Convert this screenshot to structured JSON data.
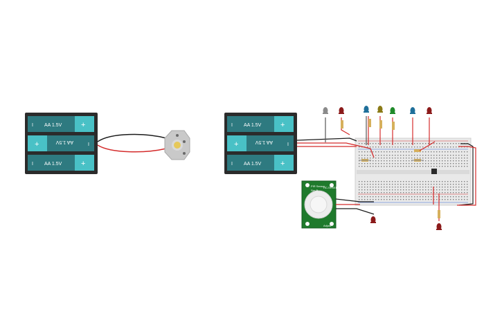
{
  "battery_pack_1": {
    "cells": [
      {
        "label": "AA 1.5V",
        "minus": "I",
        "plus": "+",
        "flipped": false
      },
      {
        "label": "AA 1.5V",
        "minus": "I",
        "plus": "+",
        "flipped": true
      },
      {
        "label": "AA 1.5V",
        "minus": "I",
        "plus": "+",
        "flipped": false
      }
    ]
  },
  "battery_pack_2": {
    "cells": [
      {
        "label": "AA 1.5V",
        "minus": "I",
        "plus": "+",
        "flipped": false
      },
      {
        "label": "AA 1.5V",
        "minus": "I",
        "plus": "+",
        "flipped": true
      },
      {
        "label": "AA 1.5V",
        "minus": "I",
        "plus": "+",
        "flipped": false
      }
    ]
  },
  "colors": {
    "battery_case": "#2b2b2b",
    "cell_body": "#2e7a80",
    "cell_cap": "#49c1c6",
    "wire_red": "#d42a2a",
    "wire_black": "#1a1a1a",
    "breadboard": "#e9e9e9",
    "pcb_green": "#1f7a2c",
    "motor": "#c9c9c9",
    "motor_shaft": "#e6c85a"
  },
  "leds": [
    {
      "name": "led-gray",
      "color": "#8a8a8a"
    },
    {
      "name": "led-red-1",
      "color": "#8b1a1a"
    },
    {
      "name": "led-blue-1",
      "color": "#1f6f9a"
    },
    {
      "name": "led-yellow",
      "color": "#8a7a16"
    },
    {
      "name": "led-green",
      "color": "#1f8a2a"
    },
    {
      "name": "led-blue-2",
      "color": "#1f6f9a"
    },
    {
      "name": "led-red-2",
      "color": "#8b1a1a"
    },
    {
      "name": "led-red-3",
      "color": "#8b1a1a"
    },
    {
      "name": "led-red-4",
      "color": "#8b1a1a"
    }
  ],
  "pir_sensor": {
    "model": "HC-SR501",
    "labels": [
      "PIR Sensor",
      "Ser-B",
      "HC-SR501",
      "Adjust"
    ]
  }
}
